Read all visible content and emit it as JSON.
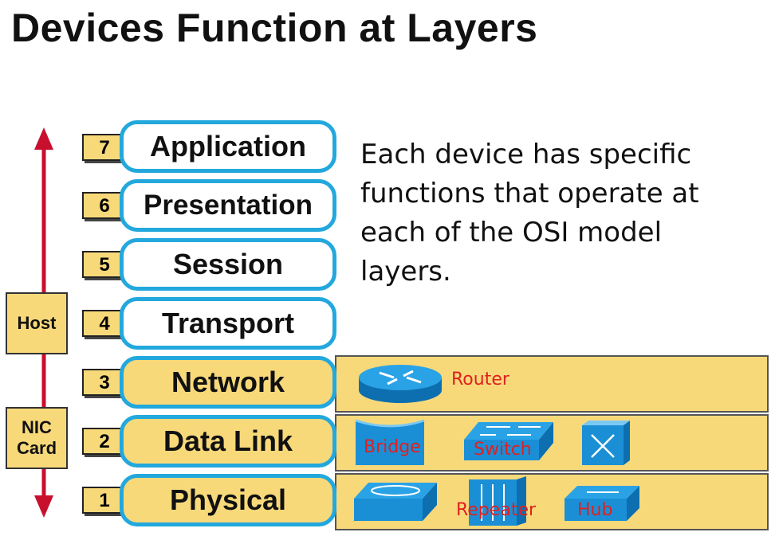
{
  "title": "Devices Function at Layers",
  "description": "Each device has specific functions that operate at each of the OSI model layers.",
  "layers": [
    {
      "number": "7",
      "name": "Application"
    },
    {
      "number": "6",
      "name": "Presentation"
    },
    {
      "number": "5",
      "name": "Session"
    },
    {
      "number": "4",
      "name": "Transport"
    },
    {
      "number": "3",
      "name": "Network"
    },
    {
      "number": "2",
      "name": "Data Link"
    },
    {
      "number": "1",
      "name": "Physical"
    }
  ],
  "side_labels": {
    "host": "Host",
    "nic_card": "NIC Card"
  },
  "devices": {
    "router": "Router",
    "bridge": "Bridge",
    "switch": "Switch",
    "repeater": "Repeater",
    "hub": "Hub"
  },
  "colors": {
    "accent_blue": "#23a8dd",
    "layer_yellow": "#f8d97a",
    "arrow_red": "#c8102e",
    "device_blue": "#1a8fd6",
    "label_red": "#e02020"
  }
}
